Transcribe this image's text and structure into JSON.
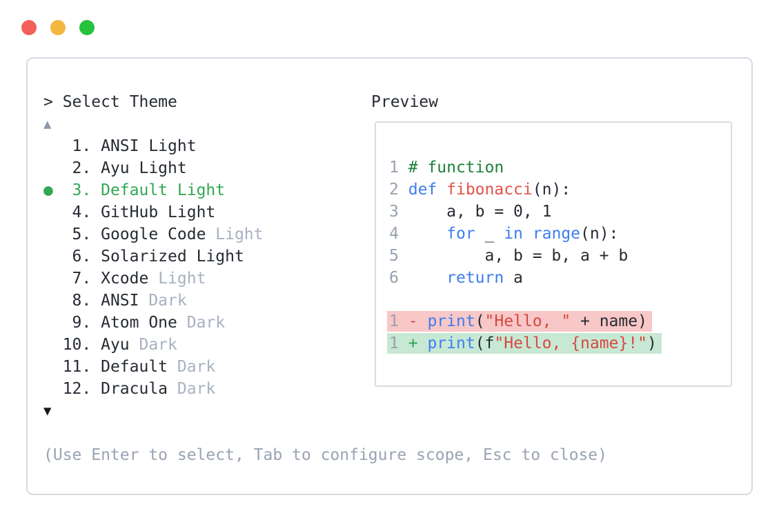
{
  "colors": {
    "accent_green": "#32a852",
    "text_dark": "#262b33",
    "muted_gray": "#a8b1c0",
    "footer_gray": "#99a3b3",
    "panel_border": "#d6dae1",
    "diff_removed_bg": "#f8c7c7",
    "diff_added_bg": "#c7e8d3",
    "code_comment": "#1e8139",
    "code_keyword": "#3e7ef0",
    "code_function": "#e4514b",
    "code_string": "#d54942",
    "code_linenum": "#98a1ae"
  },
  "window": {
    "traffic_lights": [
      {
        "name": "close-button",
        "color": "#f3605a"
      },
      {
        "name": "minimize-button",
        "color": "#f4b63e"
      },
      {
        "name": "zoom-button",
        "color": "#26c23e"
      }
    ]
  },
  "theme_selector": {
    "prompt": "> Select Theme",
    "scroll_up": "▲",
    "scroll_down": "▼",
    "items": [
      {
        "num": 1,
        "name": "ANSI Light",
        "muted_suffix": "",
        "selected": false
      },
      {
        "num": 2,
        "name": "Ayu Light",
        "muted_suffix": "",
        "selected": false
      },
      {
        "num": 3,
        "name": "Default Light",
        "muted_suffix": "",
        "selected": true
      },
      {
        "num": 4,
        "name": "GitHub Light",
        "muted_suffix": "",
        "selected": false
      },
      {
        "num": 5,
        "name": "Google Code",
        "muted_suffix": "Light",
        "selected": false
      },
      {
        "num": 6,
        "name": "Solarized Light",
        "muted_suffix": "",
        "selected": false
      },
      {
        "num": 7,
        "name": "Xcode",
        "muted_suffix": "Light",
        "selected": false
      },
      {
        "num": 8,
        "name": "ANSI",
        "muted_suffix": "Dark",
        "selected": false
      },
      {
        "num": 9,
        "name": "Atom One",
        "muted_suffix": "Dark",
        "selected": false
      },
      {
        "num": 10,
        "name": "Ayu",
        "muted_suffix": "Dark",
        "selected": false
      },
      {
        "num": 11,
        "name": "Default",
        "muted_suffix": "Dark",
        "selected": false
      },
      {
        "num": 12,
        "name": "Dracula",
        "muted_suffix": "Dark",
        "selected": false
      }
    ],
    "footer_hint": "(Use Enter to select, Tab to configure scope, Esc to close)"
  },
  "preview": {
    "label": "Preview",
    "code_lines": [
      {
        "num": "1",
        "tokens": [
          [
            "comment",
            "# function"
          ]
        ]
      },
      {
        "num": "2",
        "tokens": [
          [
            "keyword",
            "def"
          ],
          [
            "plain",
            " "
          ],
          [
            "function",
            "fibonacci"
          ],
          [
            "plain",
            "(n):"
          ]
        ]
      },
      {
        "num": "3",
        "tokens": [
          [
            "plain",
            "    a, b = 0, 1"
          ]
        ]
      },
      {
        "num": "4",
        "tokens": [
          [
            "plain",
            "    "
          ],
          [
            "keyword",
            "for"
          ],
          [
            "plain",
            " _ "
          ],
          [
            "keyword",
            "in"
          ],
          [
            "plain",
            " "
          ],
          [
            "keyword",
            "range"
          ],
          [
            "plain",
            "(n):"
          ]
        ]
      },
      {
        "num": "5",
        "tokens": [
          [
            "plain",
            "        a, b = b, a + b"
          ]
        ]
      },
      {
        "num": "6",
        "tokens": [
          [
            "plain",
            "    "
          ],
          [
            "keyword",
            "return"
          ],
          [
            "plain",
            " a"
          ]
        ]
      },
      {
        "num": "",
        "tokens": []
      },
      {
        "num": "1",
        "diff": "removed",
        "sign": "-",
        "tokens": [
          [
            "keyword",
            "print"
          ],
          [
            "plain",
            "("
          ],
          [
            "string",
            "\"Hello, \""
          ],
          [
            "plain",
            " + name)"
          ]
        ]
      },
      {
        "num": "1",
        "diff": "added",
        "sign": "+",
        "tokens": [
          [
            "keyword",
            "print"
          ],
          [
            "plain",
            "(f"
          ],
          [
            "string",
            "\"Hello, {name}!\""
          ],
          [
            "plain",
            ")"
          ]
        ]
      }
    ]
  }
}
